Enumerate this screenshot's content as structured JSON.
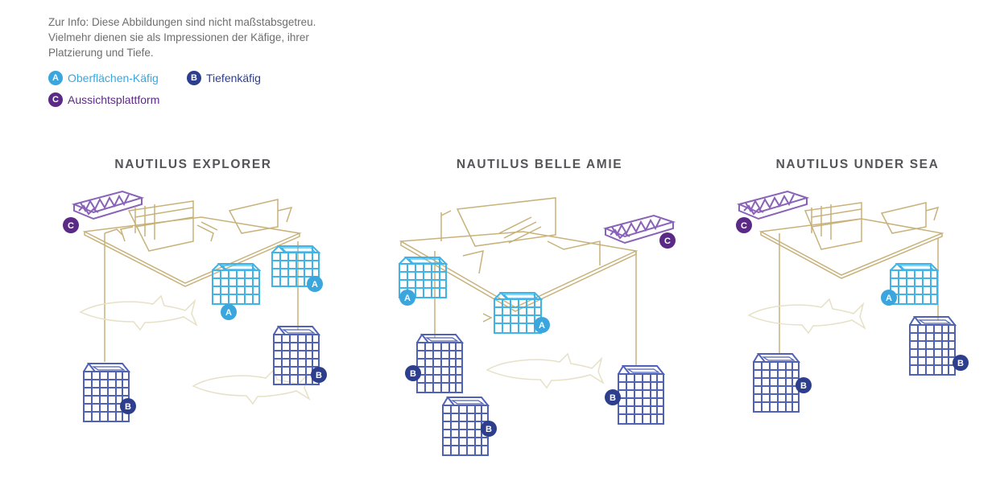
{
  "info": {
    "line1": "Zur Info: Diese Abbildungen sind nicht maßstabsgetreu.",
    "line2": "Vielmehr dienen sie als Impressionen der Käfige, ihrer",
    "line3": "Platzierung und Tiefe."
  },
  "legend": [
    {
      "letter": "A",
      "label": "Oberflächen-Käfig",
      "color": "#3aa6dd"
    },
    {
      "letter": "B",
      "label": "Tiefenkäfig",
      "color": "#2d3e8c"
    },
    {
      "letter": "C",
      "label": "Aussichtsplattform",
      "color": "#5b2a86"
    }
  ],
  "colors": {
    "boat": "#c8b27a",
    "surface_cage": "#40b4e6",
    "deep_cage": "#4f62b8",
    "platform": "#8a63b8",
    "shark": "#e6e1c6",
    "badge_a": "#3aa6dd",
    "badge_b": "#2d3e8c",
    "badge_c": "#5b2a86"
  },
  "boats": [
    {
      "title": "NAUTILUS EXPLORER"
    },
    {
      "title": "NAUTILUS BELLE AMIE"
    },
    {
      "title": "NAUTILUS UNDER SEA"
    }
  ],
  "badges": {
    "a": "A",
    "b": "B",
    "c": "C"
  }
}
